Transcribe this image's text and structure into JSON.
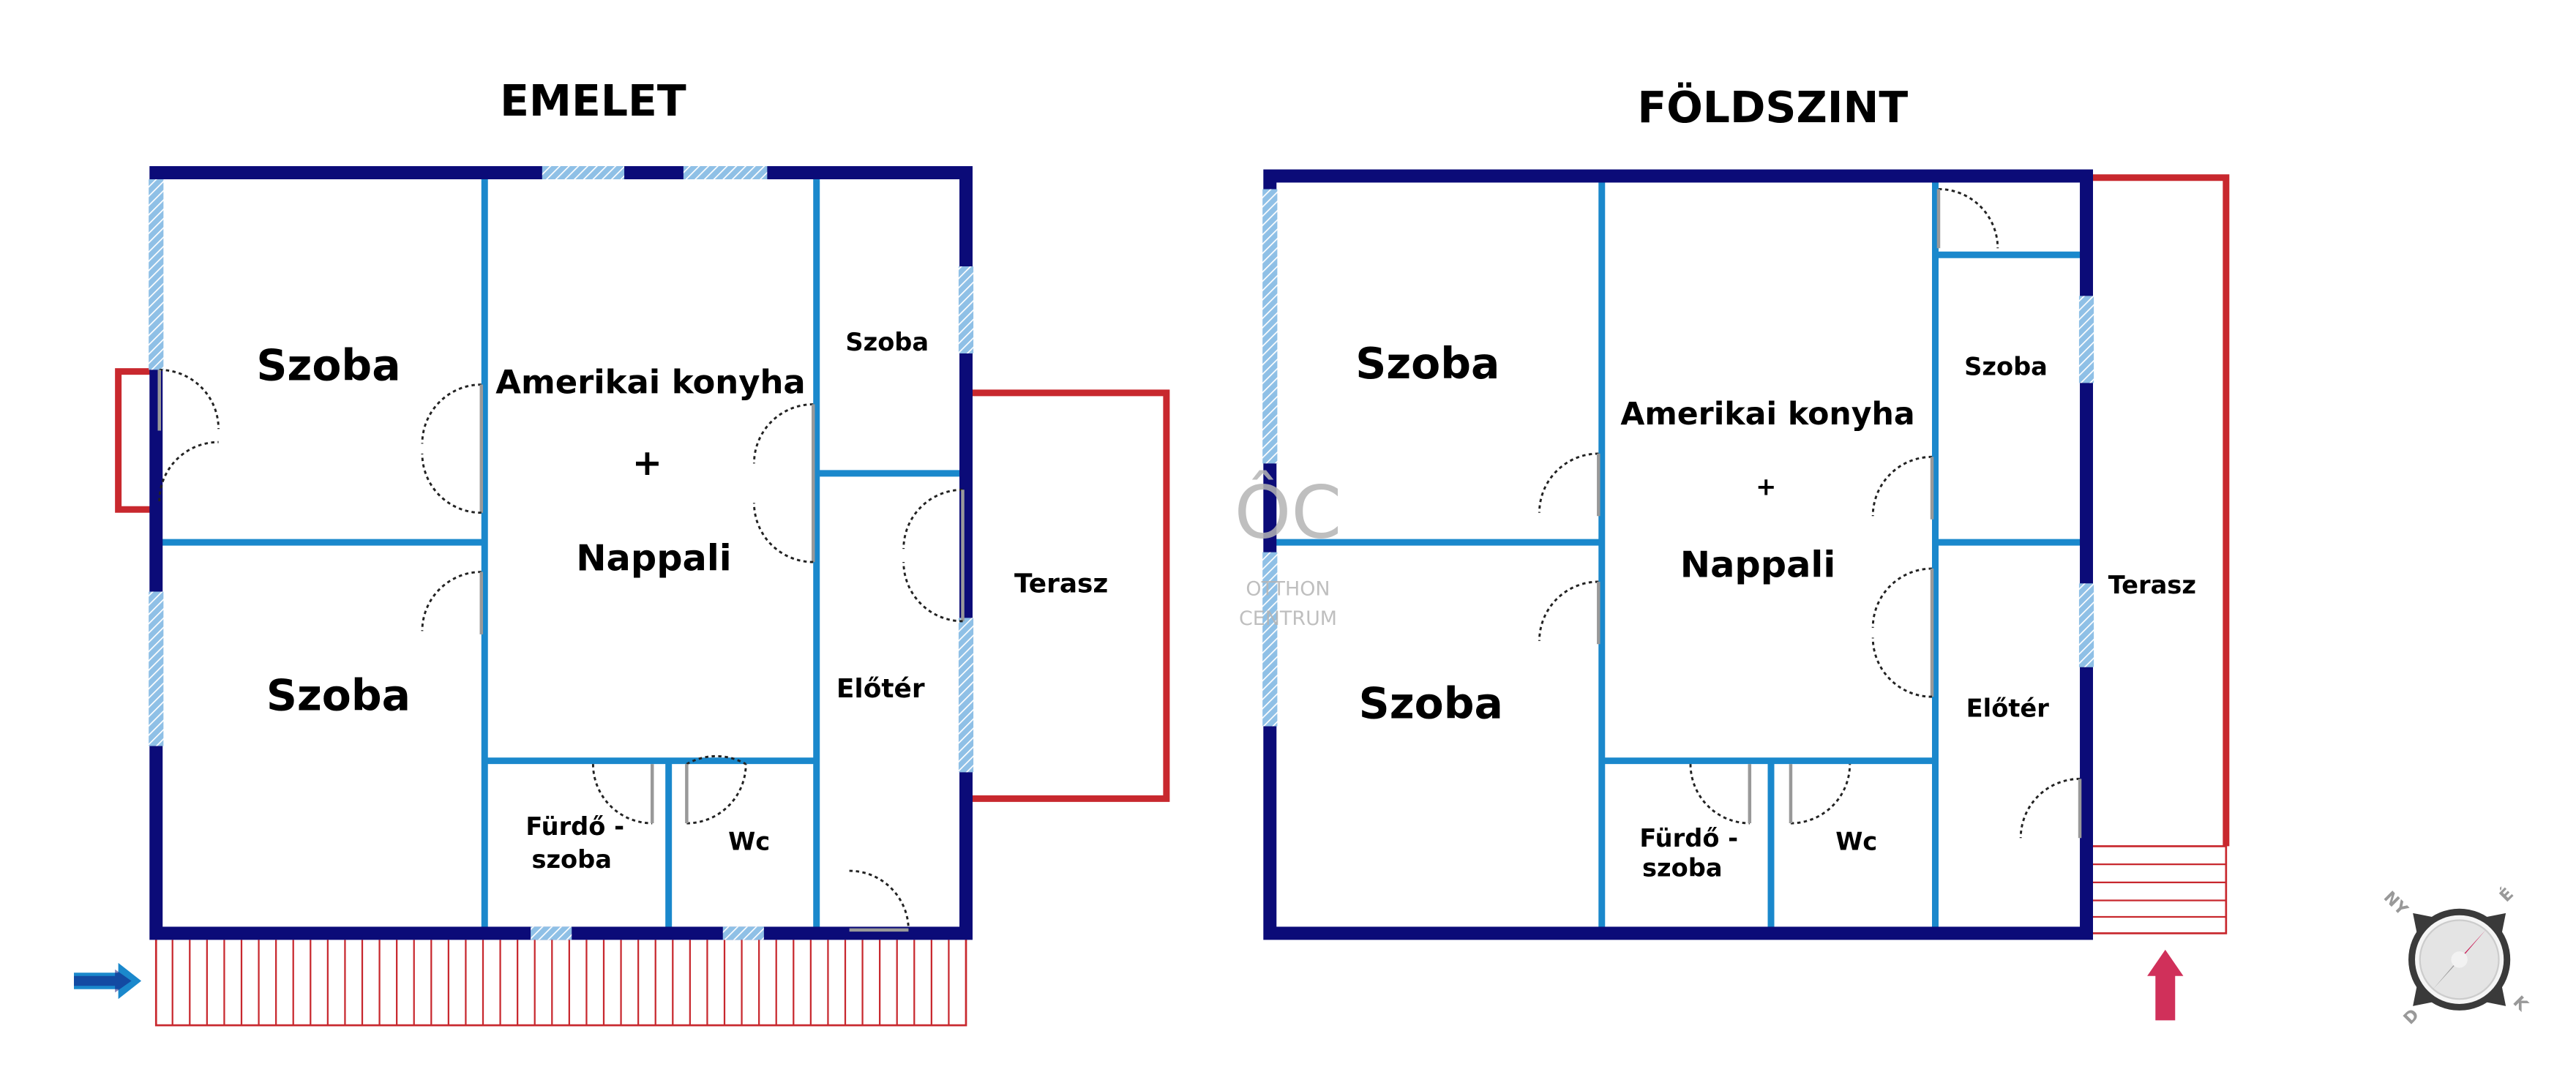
{
  "colors": {
    "exterior_wall": "#0b0b78",
    "interior_wall": "#1a88cc",
    "window": "#8fc0e6",
    "terrace": "#c8282e",
    "compass_needle": "#c8104e",
    "logo": "#b5b5b5"
  },
  "upper": {
    "title": "EMELET",
    "rooms": {
      "szoba_nw": "Szoba",
      "kitchen_line1": "Amerikai konyha",
      "kitchen_plus": "+",
      "kitchen_line2": "Nappali",
      "szoba_ne": "Szoba",
      "szoba_sw": "Szoba",
      "eloter": "Előtér",
      "terasz": "Terasz",
      "bath_line1": "Fürdő -",
      "bath_line2": "szoba",
      "wc": "Wc"
    }
  },
  "ground": {
    "title": "FÖLDSZINT",
    "rooms": {
      "szoba_nw": "Szoba",
      "kitchen_line1": "Amerikai konyha",
      "kitchen_plus": "+",
      "kitchen_line2": "Nappali",
      "szoba_ne": "Szoba",
      "szoba_sw": "Szoba",
      "eloter": "Előtér",
      "terasz": "Terasz",
      "bath_line1": "Fürdő -",
      "bath_line2": "szoba",
      "wc": "Wc"
    }
  },
  "logo": {
    "mark": "ÔC",
    "line1": "OTTHON",
    "line2": "CENTRUM"
  },
  "compass": {
    "north": "É",
    "south": "D",
    "west": "NY",
    "east": "K"
  }
}
